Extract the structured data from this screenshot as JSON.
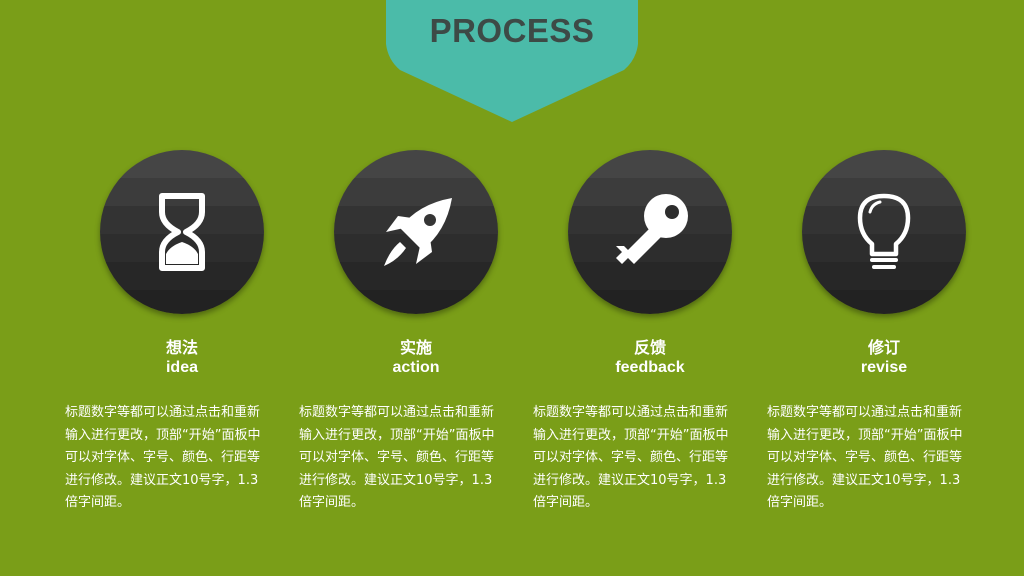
{
  "header": {
    "title": "PROCESS"
  },
  "colors": {
    "background": "#7a9e18",
    "banner": "#4bbba9",
    "banner_text": "#3d4a46",
    "circle": "#2d2d2d",
    "text": "#ffffff"
  },
  "steps": [
    {
      "icon": "hourglass-icon",
      "title_cn": "想法",
      "title_en": "idea",
      "description": "标题数字等都可以通过点击和重新输入进行更改，顶部“开始”面板中可以对字体、字号、颜色、行距等进行修改。建议正文10号字，1.3倍字间距。"
    },
    {
      "icon": "rocket-icon",
      "title_cn": "实施",
      "title_en": "action",
      "description": "标题数字等都可以通过点击和重新输入进行更改，顶部“开始”面板中可以对字体、字号、颜色、行距等进行修改。建议正文10号字，1.3倍字间距。"
    },
    {
      "icon": "key-icon",
      "title_cn": "反馈",
      "title_en": "feedback",
      "description": "标题数字等都可以通过点击和重新输入进行更改，顶部“开始”面板中可以对字体、字号、颜色、行距等进行修改。建议正文10号字，1.3倍字间距。"
    },
    {
      "icon": "lightbulb-icon",
      "title_cn": "修订",
      "title_en": "revise",
      "description": "标题数字等都可以通过点击和重新输入进行更改，顶部“开始”面板中可以对字体、字号、颜色、行距等进行修改。建议正文10号字，1.3倍字间距。"
    }
  ]
}
